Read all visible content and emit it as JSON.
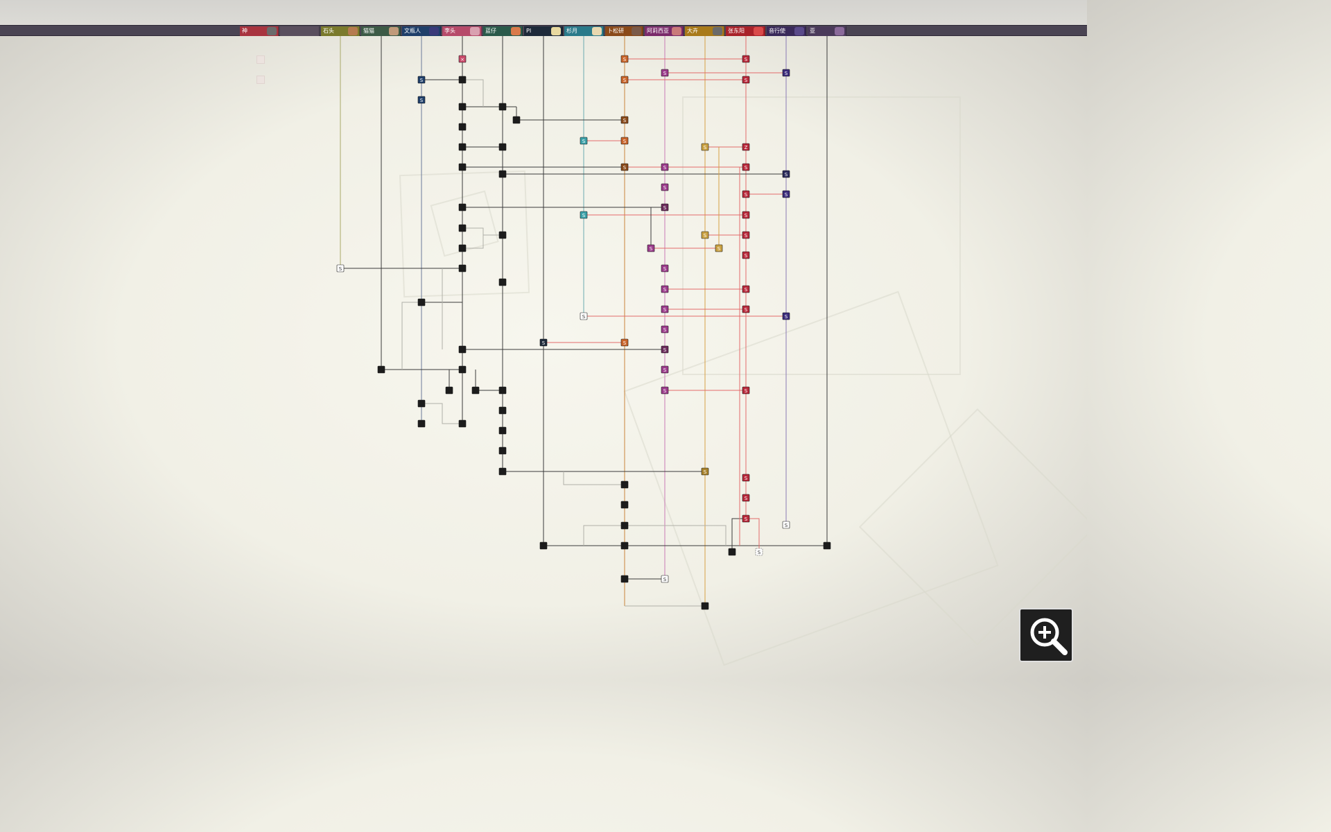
{
  "character_bar": {
    "tabs": [
      {
        "label": "神",
        "color": "#a8343f",
        "face": "#6b6b6b"
      },
      {
        "label": "",
        "color": "#5a4f5e",
        "face": "#5a4f5e"
      },
      {
        "label": "石头",
        "color": "#7a7a2c",
        "face": "#b57a4f"
      },
      {
        "label": "猫猫",
        "color": "#3c5a46",
        "face": "#c09a7a"
      },
      {
        "label": "文瓶人",
        "color": "#1f3f6a",
        "face": "#3a3a7a"
      },
      {
        "label": "李头",
        "color": "#b64a6a",
        "face": "#d9a0b0"
      },
      {
        "label": "蓝仔",
        "color": "#2a5a4a",
        "face": "#d97a4a"
      },
      {
        "label": "PI",
        "color": "#1e2a3a",
        "face": "#e8d9a0"
      },
      {
        "label": "杉月",
        "color": "#2a7a8a",
        "face": "#e8d8b0"
      },
      {
        "label": "卜松研",
        "color": "#8a4a1a",
        "face": "#7a5a4a"
      },
      {
        "label": "阿莉西亚",
        "color": "#7a2a6a",
        "face": "#c97a7a"
      },
      {
        "label": "大卉",
        "color": "#a87a1a",
        "face": "#6a6a6a"
      },
      {
        "label": "张东阳",
        "color": "#a8222a",
        "face": "#d94a4a"
      },
      {
        "label": "音行使",
        "color": "#3a2a5a",
        "face": "#5a4a8a"
      },
      {
        "label": "亚",
        "color": "#4a3a5a",
        "face": "#8a6a9a"
      }
    ]
  },
  "flow": {
    "start_marker": "×",
    "node_label": "S",
    "node_label_alt": "Z"
  },
  "colors": {
    "line_dark": "#3a3a3a",
    "line_red": "#e36a6a",
    "line_grey": "#b0b0a8",
    "node_black": "#1c1c1c"
  },
  "icons": {
    "zoom": "zoom-in-icon"
  }
}
